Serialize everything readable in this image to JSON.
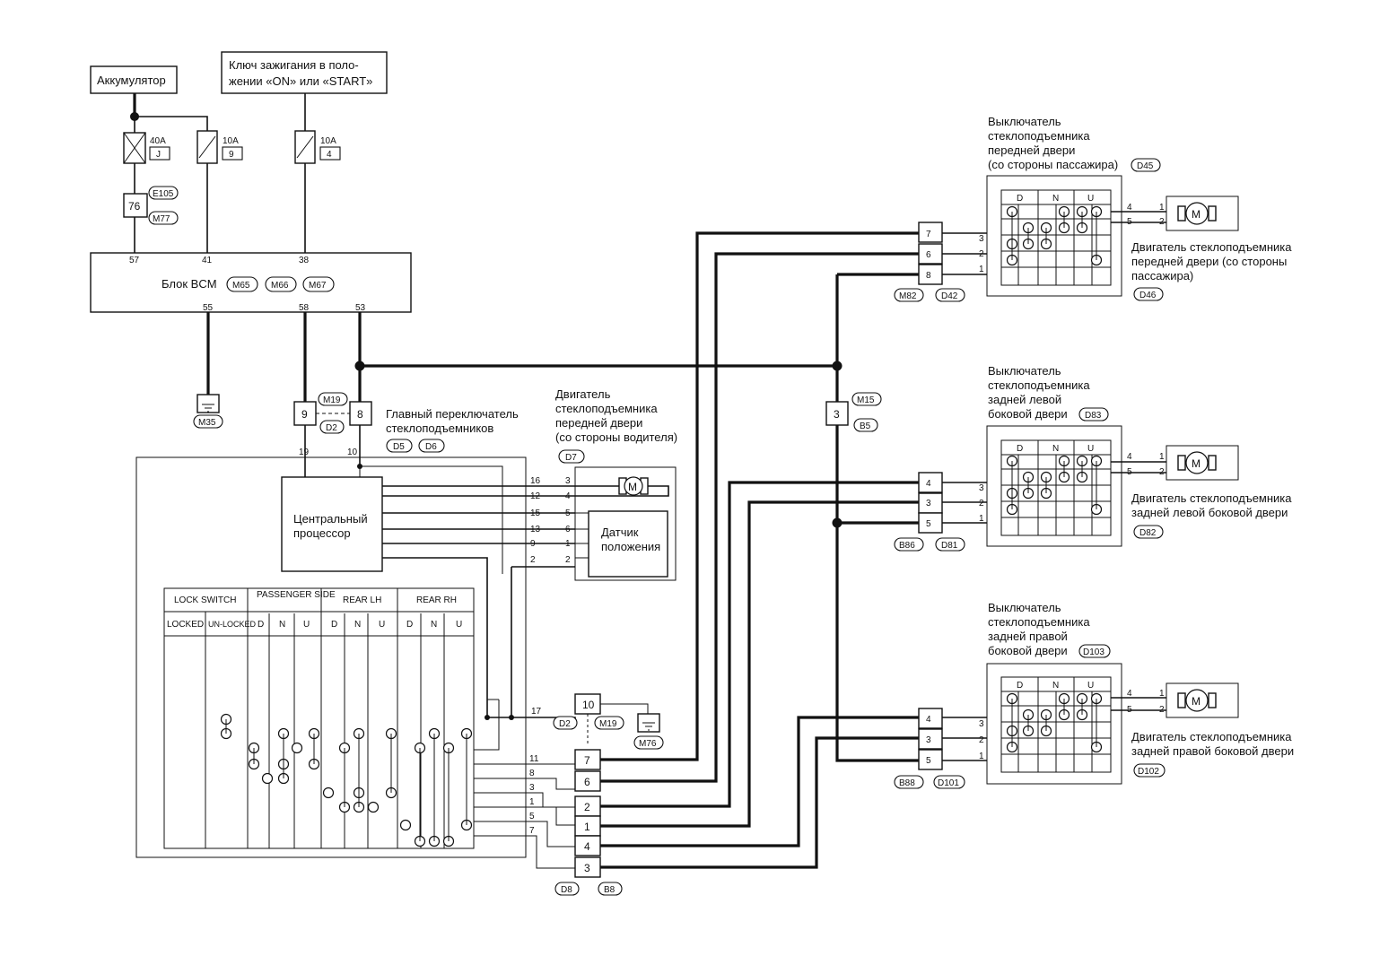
{
  "battery": "Аккумулятор",
  "ignition": [
    "Ключ зажигания в поло-",
    "жении «ON» или «START»"
  ],
  "fuses": [
    {
      "rating": "40A",
      "slot": "J"
    },
    {
      "rating": "10A",
      "slot": "9"
    },
    {
      "rating": "10A",
      "slot": "4"
    }
  ],
  "e105_connector": {
    "pin": "76",
    "codes": [
      "E105",
      "M77"
    ]
  },
  "bcm": {
    "label": "Блок BCM",
    "codes": [
      "M65",
      "M66",
      "M67"
    ],
    "pins_top": [
      "57",
      "41",
      "38"
    ],
    "pins_bottom": [
      "55",
      "58",
      "53"
    ]
  },
  "ground_m35": "M35",
  "m19_connector": {
    "codes": [
      "M19",
      "D2"
    ],
    "pins": [
      "9",
      "8"
    ]
  },
  "main_switch": {
    "title": [
      "Главный переключатель",
      "стеклоподъемников"
    ],
    "codes": [
      "D5",
      "D6"
    ],
    "top_pins": [
      "19",
      "10"
    ],
    "cpu_label": [
      "Центральный",
      "процессор"
    ]
  },
  "driver_motor": {
    "title": [
      "Двигатель",
      "стеклоподъемника",
      "передней двери",
      "(со стороны водителя)"
    ],
    "code": "D7",
    "wire_pairs": [
      [
        "16",
        "3"
      ],
      [
        "12",
        "4"
      ],
      [
        "15",
        "5"
      ],
      [
        "13",
        "6"
      ],
      [
        "9",
        "1"
      ],
      [
        "2",
        "2"
      ]
    ],
    "sensor_label": [
      "Датчик",
      "положения"
    ]
  },
  "switch_table": {
    "groups": [
      "LOCK SWITCH",
      "PASSENGER SIDE",
      "REAR LH",
      "REAR RH"
    ],
    "lock_cols": [
      "LOCKED",
      "UN-LOCKED"
    ],
    "dnu": [
      "D",
      "N",
      "U"
    ]
  },
  "m76_connector": {
    "pin": "10",
    "codes": [
      "D2",
      "M19"
    ],
    "wire": "17",
    "ground": "M76"
  },
  "d8_connector": {
    "codes": [
      "D8",
      "B8"
    ],
    "wires": [
      "11",
      "8",
      "3",
      "1",
      "5",
      "7"
    ],
    "pins": [
      "7",
      "6",
      "2",
      "1",
      "4",
      "3"
    ]
  },
  "m15_connector": {
    "pin": "3",
    "codes": [
      "M15",
      "B5"
    ]
  },
  "front_pass": {
    "switch_title": [
      "Выключатель",
      "стеклоподъемника",
      "передней двери",
      "(со стороны пассажира)"
    ],
    "switch_code": "D45",
    "conn_pins": [
      "7",
      "6",
      "8"
    ],
    "conn_codes": [
      "M82",
      "D42"
    ],
    "sw_pins_in": [
      "3",
      "2",
      "1"
    ],
    "sw_pins_out": [
      "4",
      "5"
    ],
    "motor_pins": [
      "1",
      "2"
    ],
    "motor_title": [
      "Двигатель стеклоподъемника",
      "передней двери (со стороны",
      "пассажира)"
    ],
    "motor_code": "D46"
  },
  "rear_lh": {
    "switch_title": [
      "Выключатель",
      "стеклоподъемника",
      "задней левой",
      "боковой двери"
    ],
    "switch_code": "D83",
    "conn_pins": [
      "4",
      "3",
      "5"
    ],
    "conn_codes": [
      "B86",
      "D81"
    ],
    "sw_pins_in": [
      "3",
      "2",
      "1"
    ],
    "sw_pins_out": [
      "4",
      "5"
    ],
    "motor_pins": [
      "1",
      "2"
    ],
    "motor_title": [
      "Двигатель стеклоподъемника",
      "задней левой боковой двери"
    ],
    "motor_code": "D82"
  },
  "rear_rh": {
    "switch_title": [
      "Выключатель",
      "стеклоподъемника",
      "задней правой",
      "боковой двери"
    ],
    "switch_code": "D103",
    "conn_pins": [
      "4",
      "3",
      "5"
    ],
    "conn_codes": [
      "B88",
      "D101"
    ],
    "sw_pins_in": [
      "3",
      "2",
      "1"
    ],
    "sw_pins_out": [
      "4",
      "5"
    ],
    "motor_pins": [
      "1",
      "2"
    ],
    "motor_title": [
      "Двигатель стеклоподъемника",
      "задней правой боковой двери"
    ],
    "motor_code": "D102"
  },
  "motor_symbol": "M",
  "dnu_header": [
    "D",
    "N",
    "U"
  ]
}
